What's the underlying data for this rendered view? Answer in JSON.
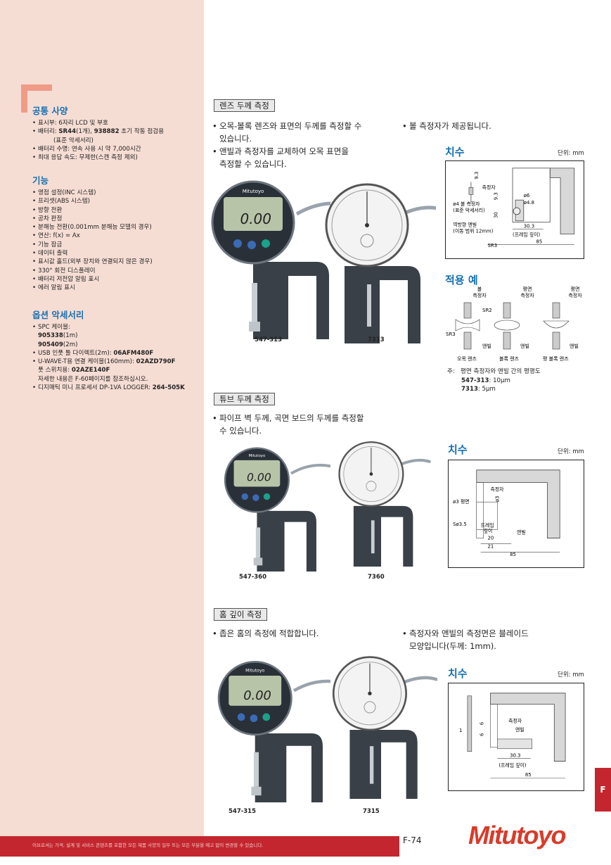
{
  "sidebar": {
    "common": {
      "title": "공통 사양",
      "items": [
        {
          "pre": "표시부: 6자리 LCD 및 부호"
        },
        {
          "pre": "배터리: ",
          "b1": "SR44",
          "mid": "(1개), ",
          "b2": "938882",
          "post": " 초기 작동 점검용"
        },
        {
          "pre": "(표준 악세서리)"
        },
        {
          "pre": "배터리 수명: 연속 사용 시 약 7,000시간"
        },
        {
          "pre": "최대 응답 속도: 무제한(스캔 측정 제외)"
        }
      ]
    },
    "functions": {
      "title": "기능",
      "items": [
        "영점 설정(INC 시스템)",
        "프리셋(ABS 시스템)",
        "방향 전환",
        "공차 판정",
        "분해능 전환(0.001mm 분해능 모델의 경우)",
        "연산: f(x) = Ax",
        "기능 잠금",
        "데이터 출력",
        "표시값 홀드(외부 장치와 연결되지 않은 경우)",
        "330° 회전 디스플레이",
        "배터리 저전압 알림 표시",
        "에러 알림 표시"
      ]
    },
    "options": {
      "title": "옵션 악세서리",
      "spc": "SPC 케이블:",
      "spc1_b": "905338",
      "spc1": "(1m)",
      "spc2_b": "905409",
      "spc2": "(2m)",
      "usb": "USB 인풋 툴 다이렉트(2m): ",
      "usb_b": "06AFM480F",
      "uwave": "U-WAVE-T용 연결 케이블(160mm): ",
      "uwave_b": "02AZD790F",
      "foot": "풋 스위치용: ",
      "foot_b": "02AZE140F",
      "detail": "자세한 내용은 F-60페이지를 참조하십시오.",
      "dp": "디지매틱 미니 프로세서 DP-1VA LOGGER: ",
      "dp_b": "264-505K"
    }
  },
  "sections": {
    "lens": {
      "label": "렌즈 두께 측정",
      "b1": [
        "오목-볼록 렌즈와 표면의 두께를 측정할 수",
        "있습니다."
      ],
      "b2": [
        "앤빌과 측정자를 교체하여 오목 표면을",
        "측정할 수 있습니다."
      ],
      "b3": [
        "볼 측정자가 제공됩니다."
      ],
      "models": [
        "547-313",
        "7313"
      ]
    },
    "tube": {
      "label": "튜브 두께 측정",
      "b1": [
        "파이프 벽 두께, 곡면 보드의 두께를 측정할",
        "수 있습니다."
      ],
      "models": [
        "547-360",
        "7360"
      ]
    },
    "groove": {
      "label": "홈 깊이 측정",
      "b1": [
        "좁은 홈의 측정에 적합합니다."
      ],
      "b2": [
        "측정자와 앤빌의 측정면은 블레이드",
        "모양입니다(두께: 1mm)."
      ],
      "models": [
        "547-315",
        "7315"
      ]
    }
  },
  "dims": {
    "title": "치수",
    "unit": "단위: mm",
    "d1": {
      "spindle": "측정자",
      "ball": "ø4 볼 측정자",
      "ball2": "(표준 악세서리)",
      "anvil": "역방향 앤빌",
      "anvil2": "(이동 범위 12mm)",
      "d93a": "9.3",
      "d93b": "9.3",
      "d30": "30",
      "d6": "ø6",
      "d48": "ø4.8",
      "d303": "30.3",
      "depth": "(프레임 깊이)",
      "d85": "85",
      "sr3": "SR3"
    },
    "d2": {
      "spindle": "측정자",
      "flat": "ø3 평면",
      "d3": "ø3",
      "s35": "Sø3.5",
      "frame": "프레임",
      "depth": "깊이",
      "d20": "20",
      "d21": "21",
      "d85": "85",
      "anvil": "앤빌"
    },
    "d3": {
      "spindle": "측정자",
      "anvil": "앤빌",
      "d1": "1",
      "d6a": "6",
      "d6b": "6",
      "d303": "30.3",
      "depth": "(프레임 깊이)",
      "d85": "85"
    }
  },
  "examples": {
    "title": "적용 예",
    "ball": [
      "볼",
      "측정자"
    ],
    "flat1": [
      "평면",
      "측정자"
    ],
    "flat2": [
      "평면",
      "측정자"
    ],
    "sr2": "SR2",
    "sr3": "SR3",
    "anvil": "앤빌",
    "concave": "오목 렌즈",
    "convex": "볼록 렌즈",
    "flatconvex": "평 볼록 렌즈",
    "note_lead": "주:",
    "note": "평면 측정자와 앤빌 간의 평행도",
    "n1_b": "547-313",
    "n1": ": 10μm",
    "n2_b": "7313",
    "n2": ": 5μm"
  },
  "footer": {
    "disclaimer": "이브로셔는 가격, 설계 및 서비스 콘텐츠를 포함한 모든 제품 사양의 일부 또는 모든 부분을 예고 없이 변경할 수 있습니다.",
    "page": "F-74",
    "logo": "Mitutoyo",
    "tab": "F"
  },
  "colors": {
    "accent_blue": "#1670b0",
    "brand_red": "#c3262e",
    "sidebar_bg": "#f6ddd4",
    "corner": "#ef9b86"
  }
}
